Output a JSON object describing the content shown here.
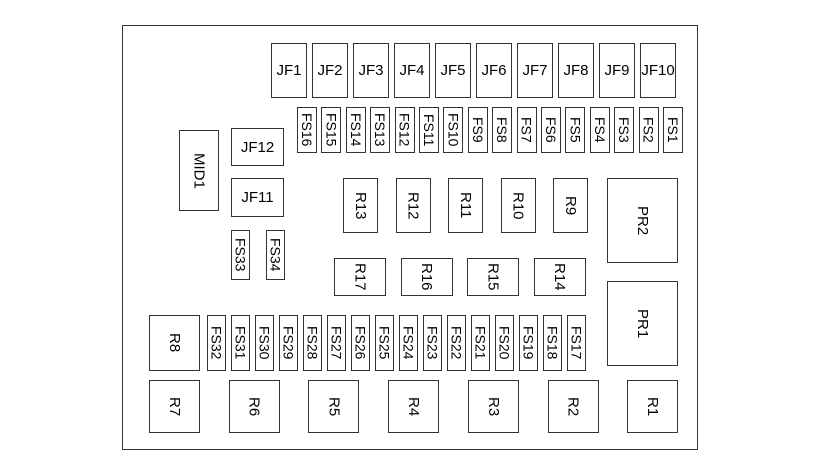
{
  "top_jfuses": [
    "JF1",
    "JF2",
    "JF3",
    "JF4",
    "JF5",
    "JF6",
    "JF7",
    "JF8",
    "JF9",
    "JF10"
  ],
  "top_fuses": [
    "FS16",
    "FS15",
    "FS14",
    "FS13",
    "FS12",
    "FS11",
    "FS10",
    "FS9",
    "FS8",
    "FS7",
    "FS6",
    "FS5",
    "FS4",
    "FS3",
    "FS2",
    "FS1"
  ],
  "mid_block": "MID1",
  "jf12": "JF12",
  "jf11": "JF11",
  "left_fuses": [
    "FS33",
    "FS34"
  ],
  "upper_relays": [
    "R13",
    "R12",
    "R11",
    "R10",
    "R9"
  ],
  "middle_relays": [
    "R17",
    "R16",
    "R15",
    "R14"
  ],
  "power_relays": [
    "PR2",
    "PR1"
  ],
  "r8": "R8",
  "bottom_fuses": [
    "FS32",
    "FS31",
    "FS30",
    "FS29",
    "FS28",
    "FS27",
    "FS26",
    "FS25",
    "FS24",
    "FS23",
    "FS22",
    "FS21",
    "FS20",
    "FS19",
    "FS18",
    "FS17"
  ],
  "bottom_relays": [
    "R7",
    "R6",
    "R5",
    "R4",
    "R3",
    "R2",
    "R1"
  ]
}
